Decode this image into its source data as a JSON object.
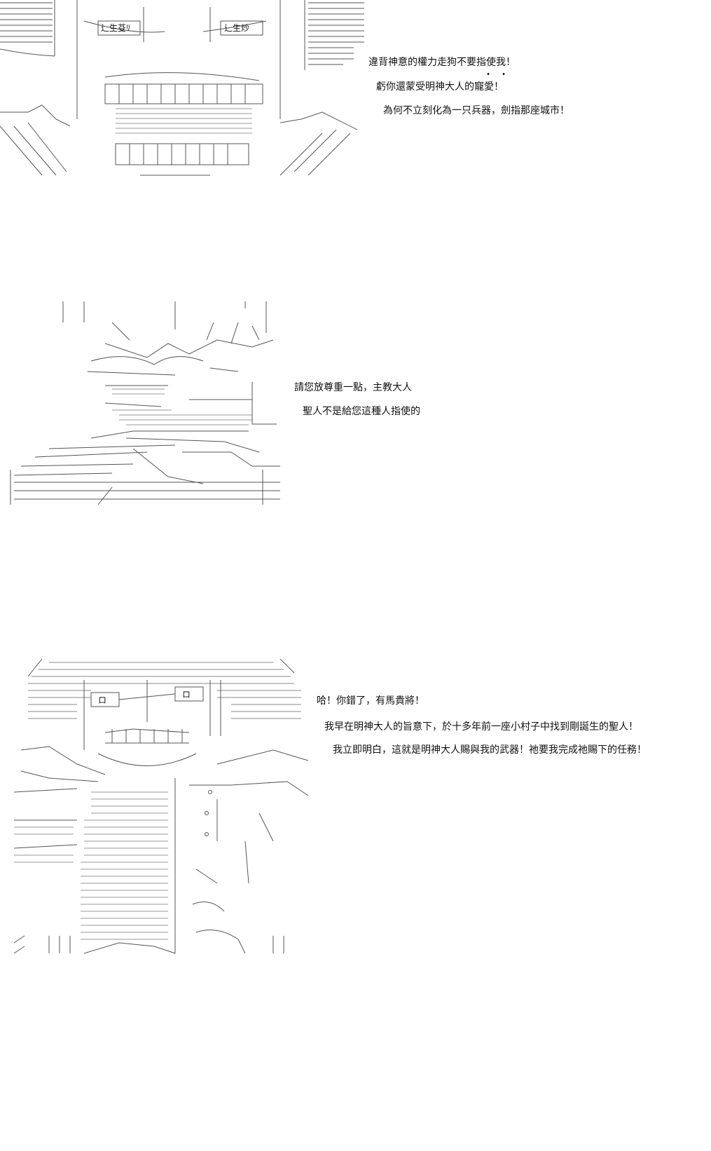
{
  "panel1": {
    "tags": [
      "辶生芟ﾘ",
      "辶生炒"
    ],
    "dialogue": [
      "違背神意的權力走狗不要指使我！",
      "虧你還蒙受明神大人的寵愛！",
      "為何不立刻化為一只兵器，劍指那座城市！"
    ],
    "emphasis_dots": "・・"
  },
  "panel2": {
    "dialogue": [
      "請您放尊重一點，主教大人",
      "聖人不是給您這種人指使的"
    ]
  },
  "panel3": {
    "tags": [
      "ロ",
      "ロ"
    ],
    "dialogue": [
      "哈！你錯了，有馬貴將！",
      "我早在明神大人的旨意下，於十多年前一座小村子中找到剛誕生的聖人！",
      "我立即明白，這就是明神大人賜與我的武器！祂要我完成祂賜下的任務！"
    ]
  }
}
